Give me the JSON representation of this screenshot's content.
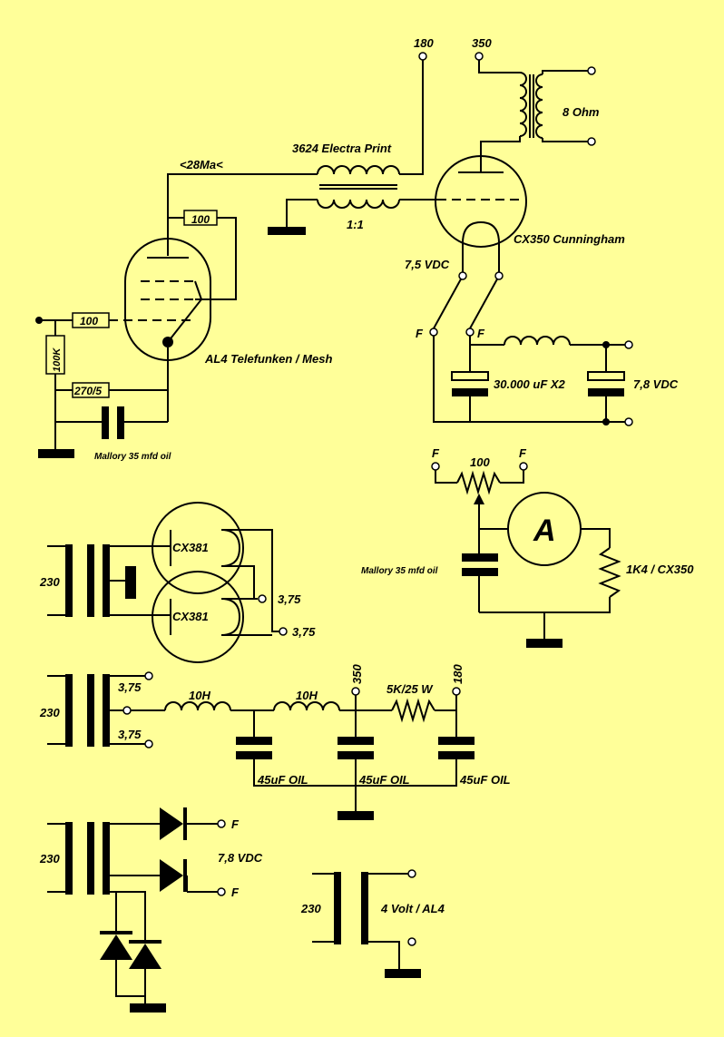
{
  "colors": {
    "background": "#ffff99",
    "ink": "#000000"
  },
  "amplifier": {
    "b_plus_180": "180",
    "b_plus_350": "350",
    "load_label": "8 Ohm",
    "interstage_transformer": "3624 Electra Print",
    "transformer_ratio": "1:1",
    "plate_current": "<28Ma<",
    "output_tube": "CX350 Cunningham",
    "driver_tube": "AL4 Telefunken / Mesh",
    "heater_voltage": "7,5 VDC",
    "screen_resistor": "100",
    "grid_stopper": "100",
    "grid_leak": "100K",
    "cathode_resistor": "270/5",
    "cathode_cap": "Mallory 35 mfd oil",
    "filament_left": "F",
    "filament_right": "F",
    "filter_caps": "30.000 uF  X2",
    "filament_supply": "7,8 VDC"
  },
  "hum_balance": {
    "f_left": "F",
    "f_right": "F",
    "pot": "100",
    "meter": "A",
    "cap": "Mallory 35 mfd oil",
    "resistor": "1K4 / CX350"
  },
  "rectifier": {
    "mains": "230",
    "tube_1": "CX381",
    "tube_2": "CX381",
    "heater_1": "3,75",
    "heater_2": "3,75"
  },
  "hv_supply": {
    "mains": "230",
    "tap_1": "3,75",
    "tap_2": "3,75",
    "choke_1": "10H",
    "choke_2": "10H",
    "out_350": "350",
    "resistor": "5K/25 W",
    "out_180": "180",
    "cap_1": "45uF OIL",
    "cap_2": "45uF OIL",
    "cap_3": "45uF OIL"
  },
  "filament_rectifier": {
    "mains": "230",
    "f1": "F",
    "voltage": "7,8 VDC",
    "f2": "F"
  },
  "heater_transformer": {
    "mains": "230",
    "output": "4 Volt / AL4"
  }
}
